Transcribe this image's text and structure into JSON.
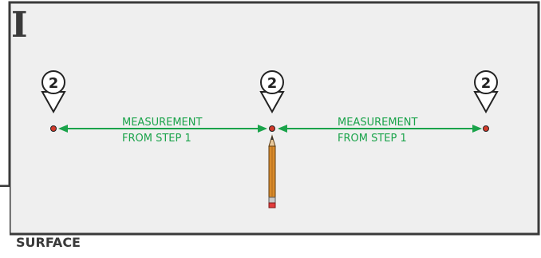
{
  "panel": {
    "letter": "I",
    "surface_label": "SURFACE"
  },
  "step_markers": [
    {
      "number": "2"
    },
    {
      "number": "2"
    },
    {
      "number": "2"
    }
  ],
  "measurements": {
    "left": {
      "line1": "MEASUREMENT",
      "line2": "FROM STEP 1"
    },
    "right": {
      "line1": "MEASUREMENT",
      "line2": "FROM STEP 1"
    }
  },
  "colors": {
    "background": "#efefef",
    "border": "#3a3a3a",
    "accent_green": "#1aa34a",
    "dot_red": "#d23a2a",
    "pencil_wood": "#d98b2b",
    "pencil_eraser": "#e23b3b"
  },
  "icons": {
    "marker": "location-pin-icon",
    "tool": "pencil-icon"
  }
}
